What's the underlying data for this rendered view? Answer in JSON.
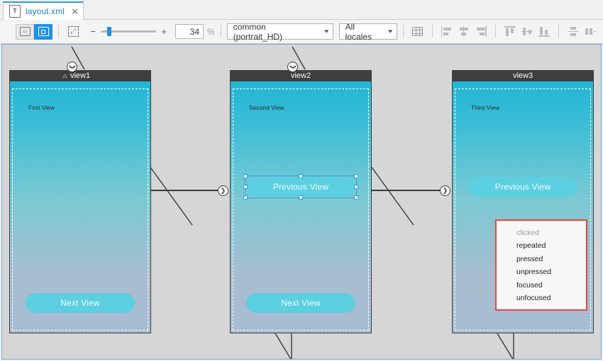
{
  "tab": {
    "icon": "text-document-icon",
    "label": "layout.xml",
    "close": "✕"
  },
  "toolbar": {
    "source_view_icon": "code-view-icon",
    "source_view_glyph": "‹›",
    "design_view_icon": "design-view-icon",
    "fit_icon": "fit-to-screen-icon",
    "fit_glyph": "⤢",
    "zoom_minus": "−",
    "zoom_plus": "+",
    "zoom_value": "34",
    "zoom_unit": "%",
    "configuration": {
      "value": "common (portrait_HD)",
      "caret": "▾"
    },
    "locale": {
      "value": "All locales",
      "caret": "▾"
    },
    "grid_icon": "grid-layout-icon",
    "align_icons": [
      "align-left-icon",
      "align-horizontal-center-icon",
      "align-right-icon",
      "align-top-icon",
      "align-vertical-center-icon",
      "align-bottom-icon",
      "distribute-vertical-icon",
      "distribute-horizontal-icon"
    ]
  },
  "canvas": {
    "background": "#d6d6d6",
    "border_color": "#6fa8dc",
    "panels": [
      {
        "id": "view1",
        "title": "view1",
        "is_home": true,
        "home_glyph": "⌂",
        "label": "First View",
        "buttons": [
          {
            "name": "next-view-button",
            "text": "Next View",
            "position": "bottom",
            "selected": false
          }
        ]
      },
      {
        "id": "view2",
        "title": "view2",
        "is_home": false,
        "label": "Second View",
        "buttons": [
          {
            "name": "previous-view-button",
            "text": "Previous View",
            "position": "middle",
            "selected": true
          },
          {
            "name": "next-view-button",
            "text": "Next View",
            "position": "bottom",
            "selected": false
          }
        ]
      },
      {
        "id": "view3",
        "title": "view3",
        "is_home": false,
        "label": "Third View",
        "buttons": [
          {
            "name": "previous-view-button",
            "text": "Previous View",
            "position": "middle",
            "selected": false
          }
        ]
      }
    ],
    "state_list": {
      "border_color": "#e8453c",
      "items": [
        {
          "text": "clicked",
          "disabled": true
        },
        {
          "text": "repeated",
          "disabled": false
        },
        {
          "text": "pressed",
          "disabled": false
        },
        {
          "text": "unpressed",
          "disabled": false
        },
        {
          "text": "focused",
          "disabled": false
        },
        {
          "text": "unfocused",
          "disabled": false
        }
      ]
    },
    "connector_glyph": "❯",
    "chevron_glyph": "❯"
  },
  "colors": {
    "accent": "#1e90e8",
    "tab_text": "#1f7fc4",
    "panel_header": "#3e3e3e",
    "button_fill": "#5ccfe0",
    "gradient_top": "#22b6d4",
    "gradient_bottom": "#a8bcd2",
    "selection": "#2f9ee0",
    "alert": "#e8453c"
  }
}
